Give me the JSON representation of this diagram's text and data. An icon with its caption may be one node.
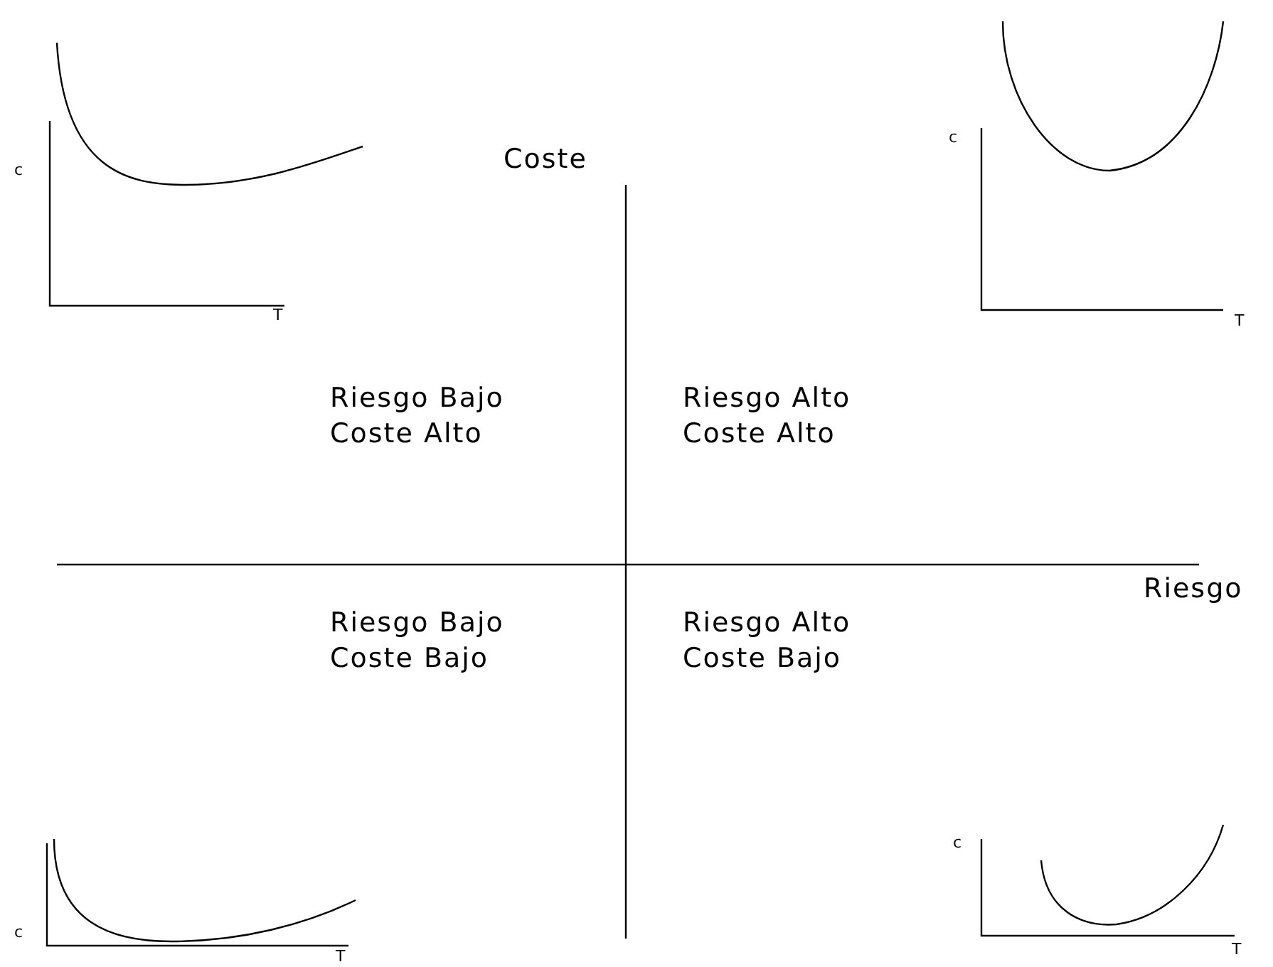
{
  "diagram": {
    "labels": [
      "c",
      "Coste",
      "c",
      "T",
      "T",
      "Riesgo Bajo",
      "Riesgo Alto",
      "Coste Alto",
      "Coste Alto",
      "Riesgo",
      "Riesgo Bajo",
      "Riesgo Alto",
      "Coste Bajo",
      "Coste Bajo",
      "c",
      "c",
      "T",
      "T"
    ]
  }
}
